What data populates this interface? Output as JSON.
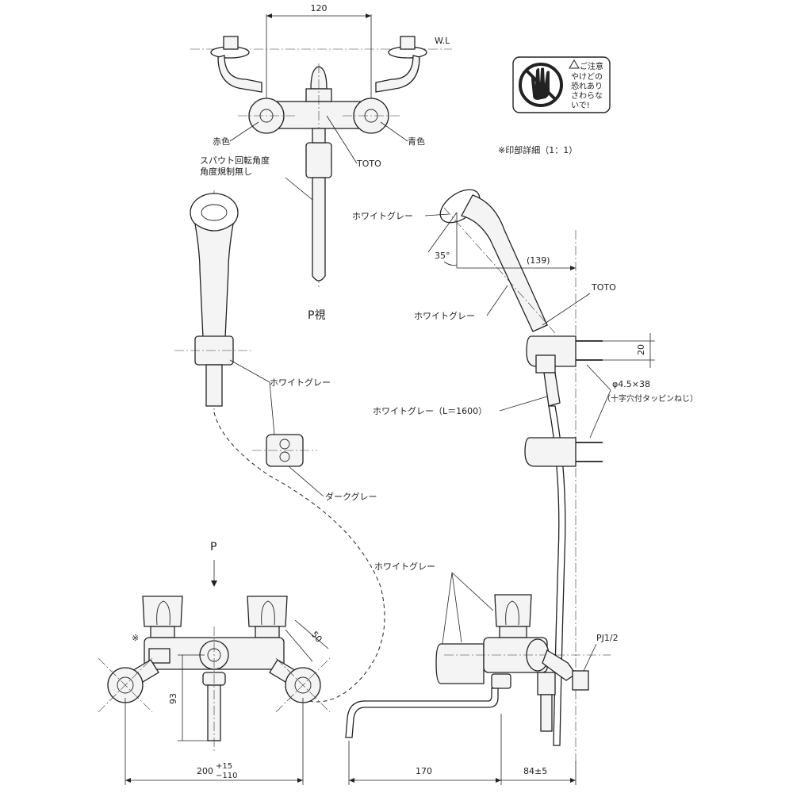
{
  "diagram": {
    "top_view": {
      "dim_center_spacing": "120",
      "water_level_label": "W.L",
      "hot_label": "赤色",
      "cold_label": "青色",
      "brand_label": "TOTO",
      "spout_note_line1": "スパウト回転角度",
      "spout_note_line2": "角度規制無し",
      "view_label": "P視"
    },
    "warning_sticker": {
      "caution_title": "ご注意",
      "line1": "やけどの",
      "line2": "恐れあり",
      "line3": "さわらな",
      "line4": "いで!",
      "caption": "※印部詳細（1：1）"
    },
    "handshower_left": {
      "holder_color": "ホワイトグレー",
      "bracket_color": "ダークグレー"
    },
    "side_view": {
      "head_color": "ホワイトグレー",
      "angle": "35°",
      "dim_length": "(139)",
      "brand_label": "TOTO",
      "handle_color": "ホワイトグレー",
      "dim_bracket": "20",
      "screw_spec": "φ4.5×38",
      "screw_note": "（十字穴付タッピンねじ）",
      "hose_label": "ホワイトグレー（L＝1600）"
    },
    "front_view": {
      "view_arrow_label": "P",
      "mark_label": "※",
      "dim_50": "50",
      "dim_93": "93",
      "dim_width": "200",
      "tol_plus": "+15",
      "tol_minus": "−110"
    },
    "bottom_side": {
      "color_label": "ホワイトグレー",
      "pipe_label": "PJ1/2",
      "dim_170": "170",
      "dim_84": "84±5"
    }
  }
}
